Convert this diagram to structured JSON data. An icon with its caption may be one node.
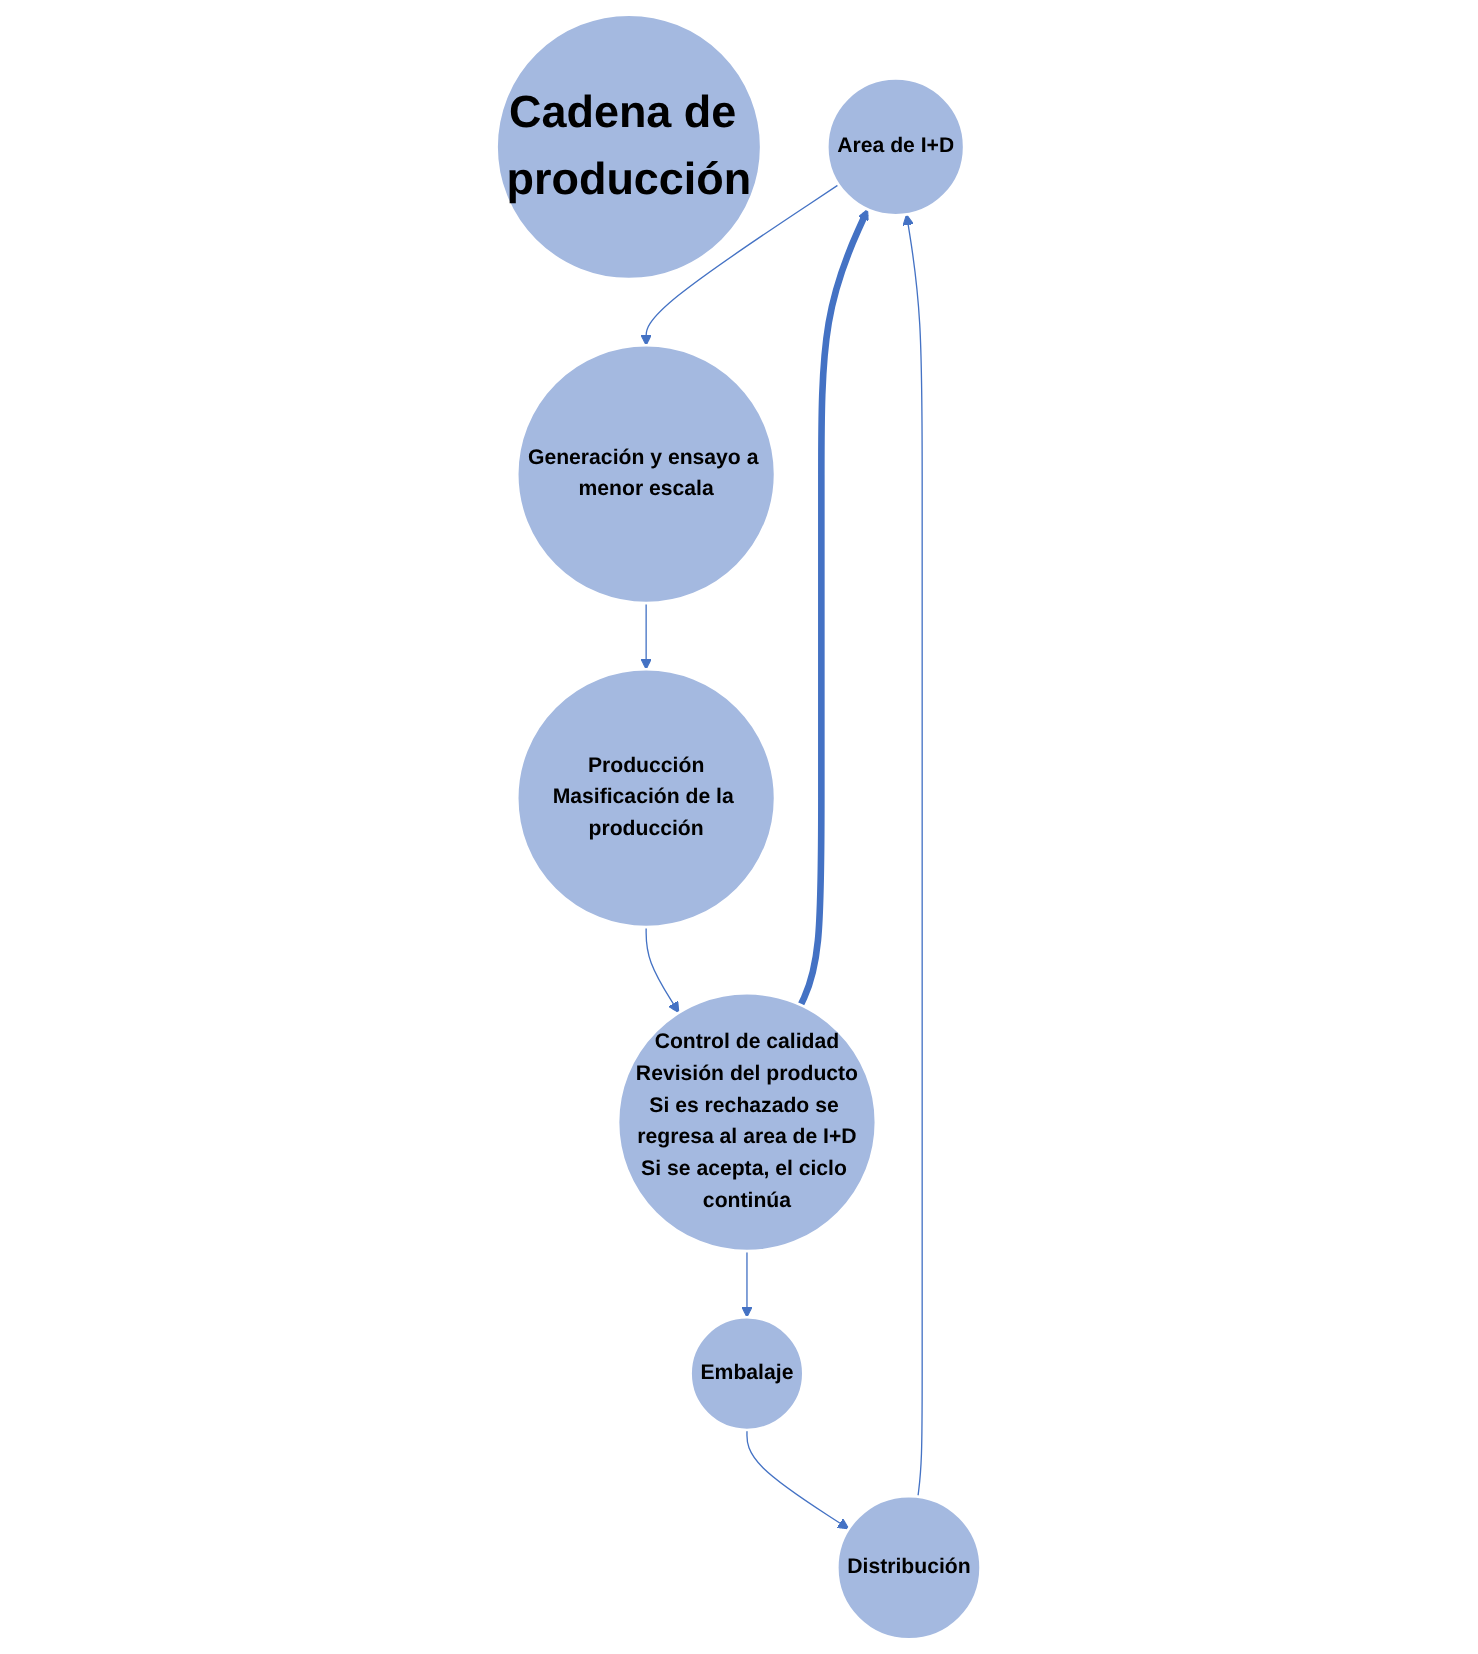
{
  "diagram": {
    "nodes": [
      {
        "text": [
          "Cadena de producción"
        ]
      },
      {
        "text": [
          "Area de I+D"
        ]
      },
      {
        "text": [
          "Generación y ensayo a menor escala"
        ]
      },
      {
        "text": [
          "Producción",
          "Masificación de la producción"
        ]
      },
      {
        "text": [
          "Control de calidad",
          "Revisión del producto",
          "Si es rechazado se regresa al area de I+D",
          "Si se acepta, el ciclo continúa"
        ]
      },
      {
        "text": [
          "Embalaje"
        ]
      },
      {
        "text": [
          "Distribución"
        ]
      }
    ],
    "edges": [
      {
        "from": 1,
        "to": 2,
        "arrow": "to"
      },
      {
        "from": 2,
        "to": 3,
        "arrow": "to"
      },
      {
        "from": 3,
        "to": 4,
        "arrow": "to"
      },
      {
        "from": 4,
        "to": 5,
        "arrow": "to"
      },
      {
        "from": 5,
        "to": 6,
        "arrow": "to"
      },
      {
        "from": 6,
        "to": 1,
        "arrow": "to"
      },
      {
        "from": 4,
        "to": 1,
        "arrow": "to",
        "style": "thick"
      }
    ]
  }
}
